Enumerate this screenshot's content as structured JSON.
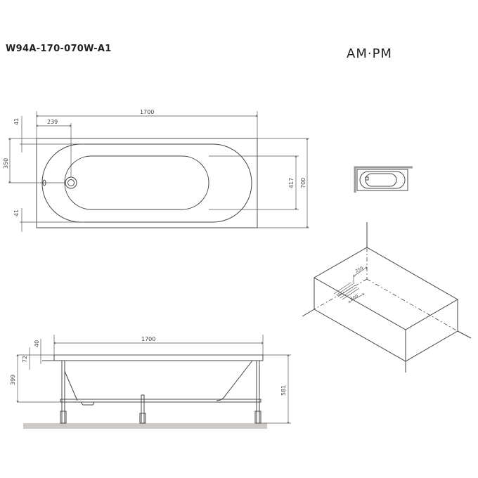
{
  "model": "W94A-170-070W-A1",
  "brand": "AM·PM",
  "top_view": {
    "length": "1700",
    "drain_offset": "239",
    "rim_top": "41",
    "drain_center": "350",
    "rim_bottom": "41",
    "inner_width": "417",
    "width": "700"
  },
  "side_view": {
    "length": "1700",
    "rim_thickness": "40",
    "overflow_height": "72",
    "bottom_height": "399",
    "total_height": "581"
  },
  "iso_view": {
    "dim_a": "250",
    "dim_b": "400"
  },
  "colors": {
    "line": "#444444",
    "floor": "#cfcac6"
  }
}
